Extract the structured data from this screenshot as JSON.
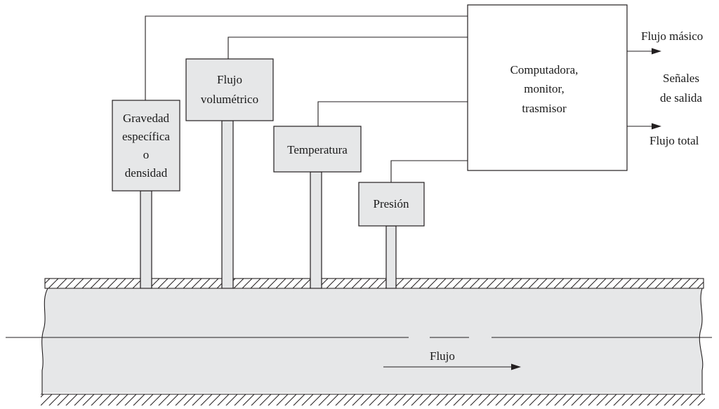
{
  "sensors": {
    "gravedad": [
      "Gravedad",
      "específica",
      "o",
      "densidad"
    ],
    "flujo_volumetrico": [
      "Flujo",
      "volumétrico"
    ],
    "temperatura": [
      "Temperatura"
    ],
    "presion": [
      "Presión"
    ]
  },
  "computer": [
    "Computadora,",
    "monitor,",
    "trasmisor"
  ],
  "outputs": {
    "flujo_masico": "Flujo másico",
    "senales": [
      "Señales",
      "de salida"
    ],
    "flujo_total": "Flujo total"
  },
  "flow_label": "Flujo",
  "colors": {
    "fill_gray": "#e6e7e8",
    "line": "#231f20"
  }
}
